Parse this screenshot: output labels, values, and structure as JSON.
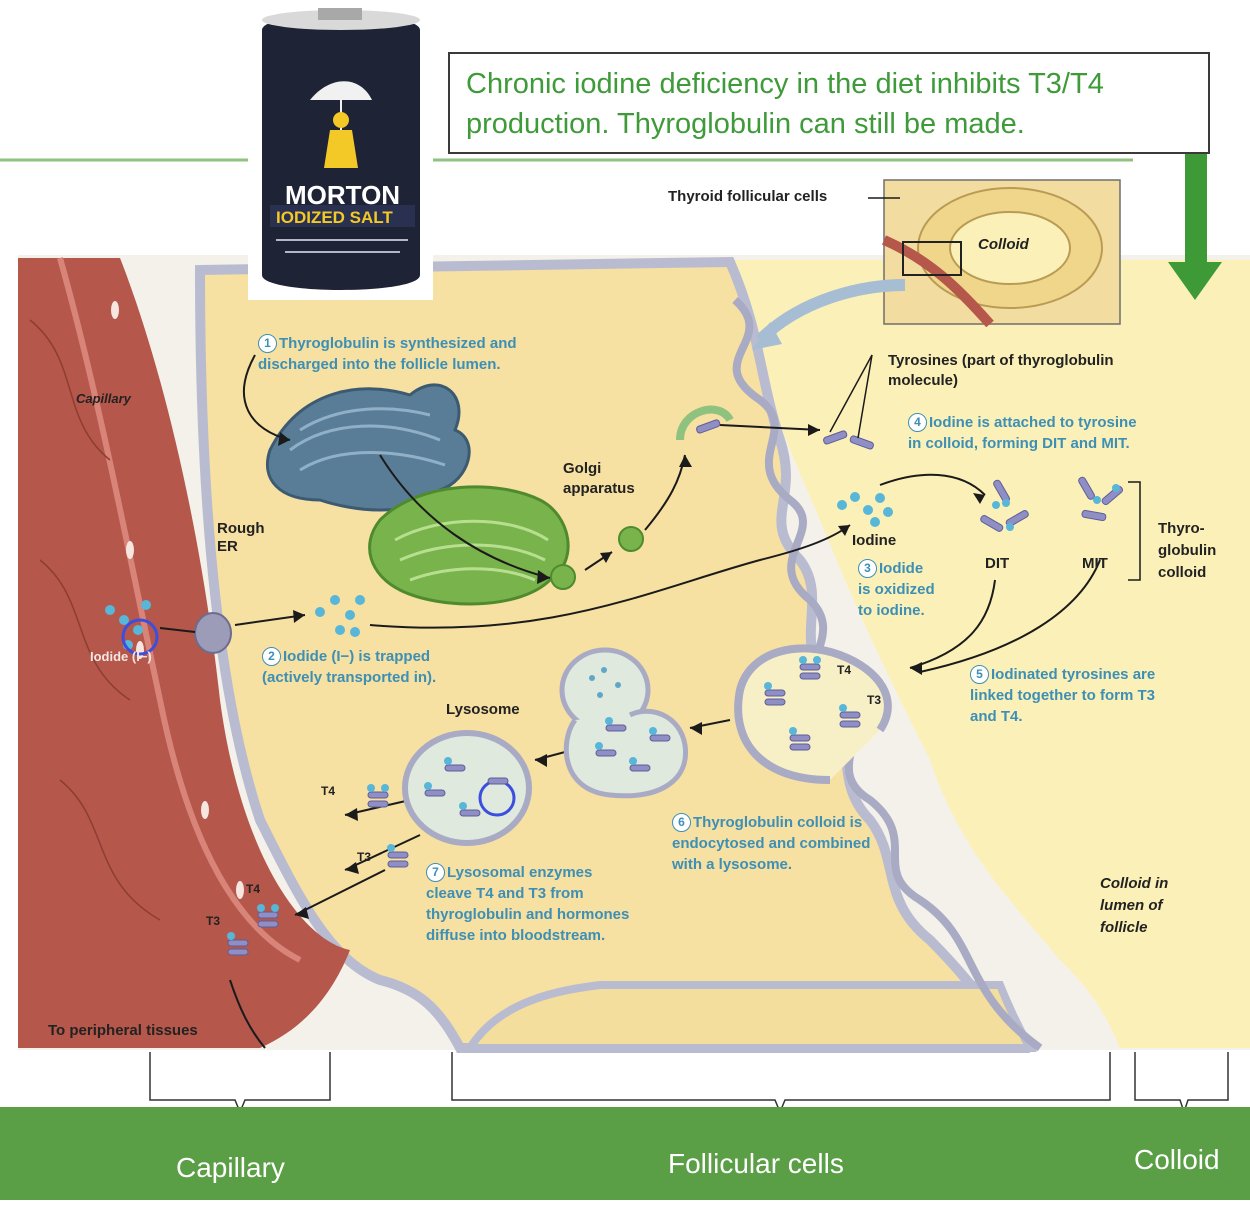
{
  "callout": {
    "line1": "Chronic iodine deficiency in the diet inhibits T3/T4",
    "line2": "production. Thyroglobulin can still be made."
  },
  "salt_container": {
    "brand": "MORTON",
    "product": "IODIZED SALT"
  },
  "labels": {
    "thyroid_follicular_cells": "Thyroid follicular cells",
    "colloid_inset": "Colloid",
    "capillary": "Capillary",
    "rough_er_1": "Rough",
    "rough_er_2": "ER",
    "golgi_1": "Golgi",
    "golgi_2": "apparatus",
    "tyrosines_1": "Tyrosines (part of thyroglobulin",
    "tyrosines_2": "molecule)",
    "iodine": "Iodine",
    "dit": "DIT",
    "mit": "MIT",
    "thyroglobulin_colloid_1": "Thyro-",
    "thyroglobulin_colloid_2": "globulin",
    "thyroglobulin_colloid_3": "colloid",
    "iodide": "Iodide (I−)",
    "lysosome": "Lysosome",
    "t4": "T4",
    "t3": "T3",
    "to_peripheral": "To peripheral tissues",
    "colloid_lumen_1": "Colloid in",
    "colloid_lumen_2": "lumen of",
    "colloid_lumen_3": "follicle"
  },
  "steps": [
    {
      "num": "1",
      "line1": "Thyroglobulin is synthesized and",
      "line2": "discharged into the follicle lumen.",
      "line3": ""
    },
    {
      "num": "2",
      "line1": "Iodide (I−) is trapped",
      "line2": "(actively transported in).",
      "line3": ""
    },
    {
      "num": "3",
      "line1": "Iodide",
      "line2": "is oxidized",
      "line3": "to iodine."
    },
    {
      "num": "4",
      "line1": "Iodine is attached to tyrosine",
      "line2": "in colloid, forming DIT and MIT.",
      "line3": ""
    },
    {
      "num": "5",
      "line1": "Iodinated tyrosines are",
      "line2": "linked together to form T3",
      "line3": "and T4."
    },
    {
      "num": "6",
      "line1": "Thyroglobulin colloid is",
      "line2": "endocytosed and combined",
      "line3": "with a lysosome."
    },
    {
      "num": "7",
      "line1": "Lysosomal enzymes",
      "line2": "cleave T4 and T3 from",
      "line3": "thyroglobulin and hormones",
      "line4": "diffuse into bloodstream."
    }
  ],
  "bottom_labels": {
    "capillary": "Capillary",
    "follicular_cells": "Follicular cells",
    "colloid": "Colloid"
  },
  "colors": {
    "callout_text": "#3f9a3a",
    "bottom_bar": "#5a9e45",
    "capillary": "#b5574a",
    "cell": "#f6e2a6",
    "colloid": "#fbf0b8",
    "step_text": "#3d8fb5"
  }
}
